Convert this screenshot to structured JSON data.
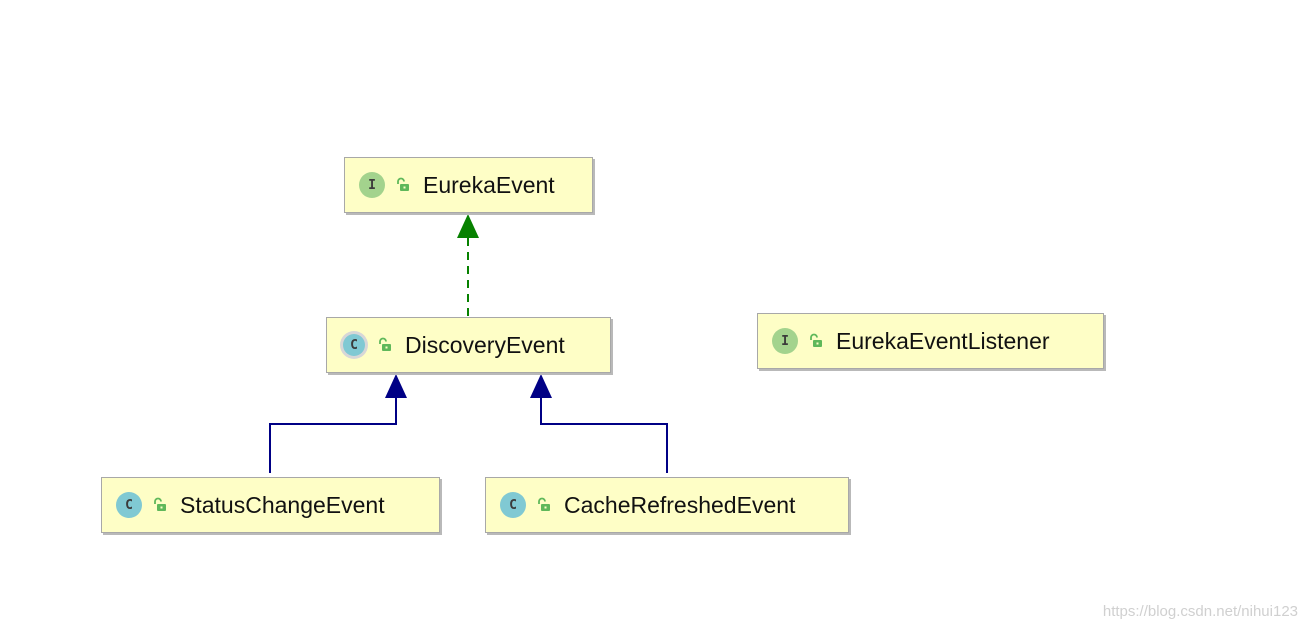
{
  "diagram": {
    "nodes": [
      {
        "id": "eureka-event",
        "kind": "interface",
        "kind_letter": "I",
        "label": "EurekaEvent",
        "icon": "unlock-icon"
      },
      {
        "id": "discovery-event",
        "kind": "abstract-class",
        "kind_letter": "C",
        "label": "DiscoveryEvent",
        "icon": "unlock-icon"
      },
      {
        "id": "eureka-event-listener",
        "kind": "interface",
        "kind_letter": "I",
        "label": "EurekaEventListener",
        "icon": "unlock-icon"
      },
      {
        "id": "status-change-event",
        "kind": "class",
        "kind_letter": "C",
        "label": "StatusChangeEvent",
        "icon": "unlock-icon"
      },
      {
        "id": "cache-refreshed-event",
        "kind": "class",
        "kind_letter": "C",
        "label": "CacheRefreshedEvent",
        "icon": "unlock-icon"
      }
    ],
    "edges": [
      {
        "from": "discovery-event",
        "to": "eureka-event",
        "type": "implements",
        "style": "dashed",
        "color": "#078100"
      },
      {
        "from": "status-change-event",
        "to": "discovery-event",
        "type": "extends",
        "style": "solid",
        "color": "#000085"
      },
      {
        "from": "cache-refreshed-event",
        "to": "discovery-event",
        "type": "extends",
        "style": "solid",
        "color": "#000085"
      }
    ],
    "colors": {
      "node_fill": "#fefec6",
      "interface_badge": "#a3d38d",
      "class_badge": "#80c9d3",
      "lock_icon": "#5fb85a"
    }
  },
  "watermark": "https://blog.csdn.net/nihui123"
}
